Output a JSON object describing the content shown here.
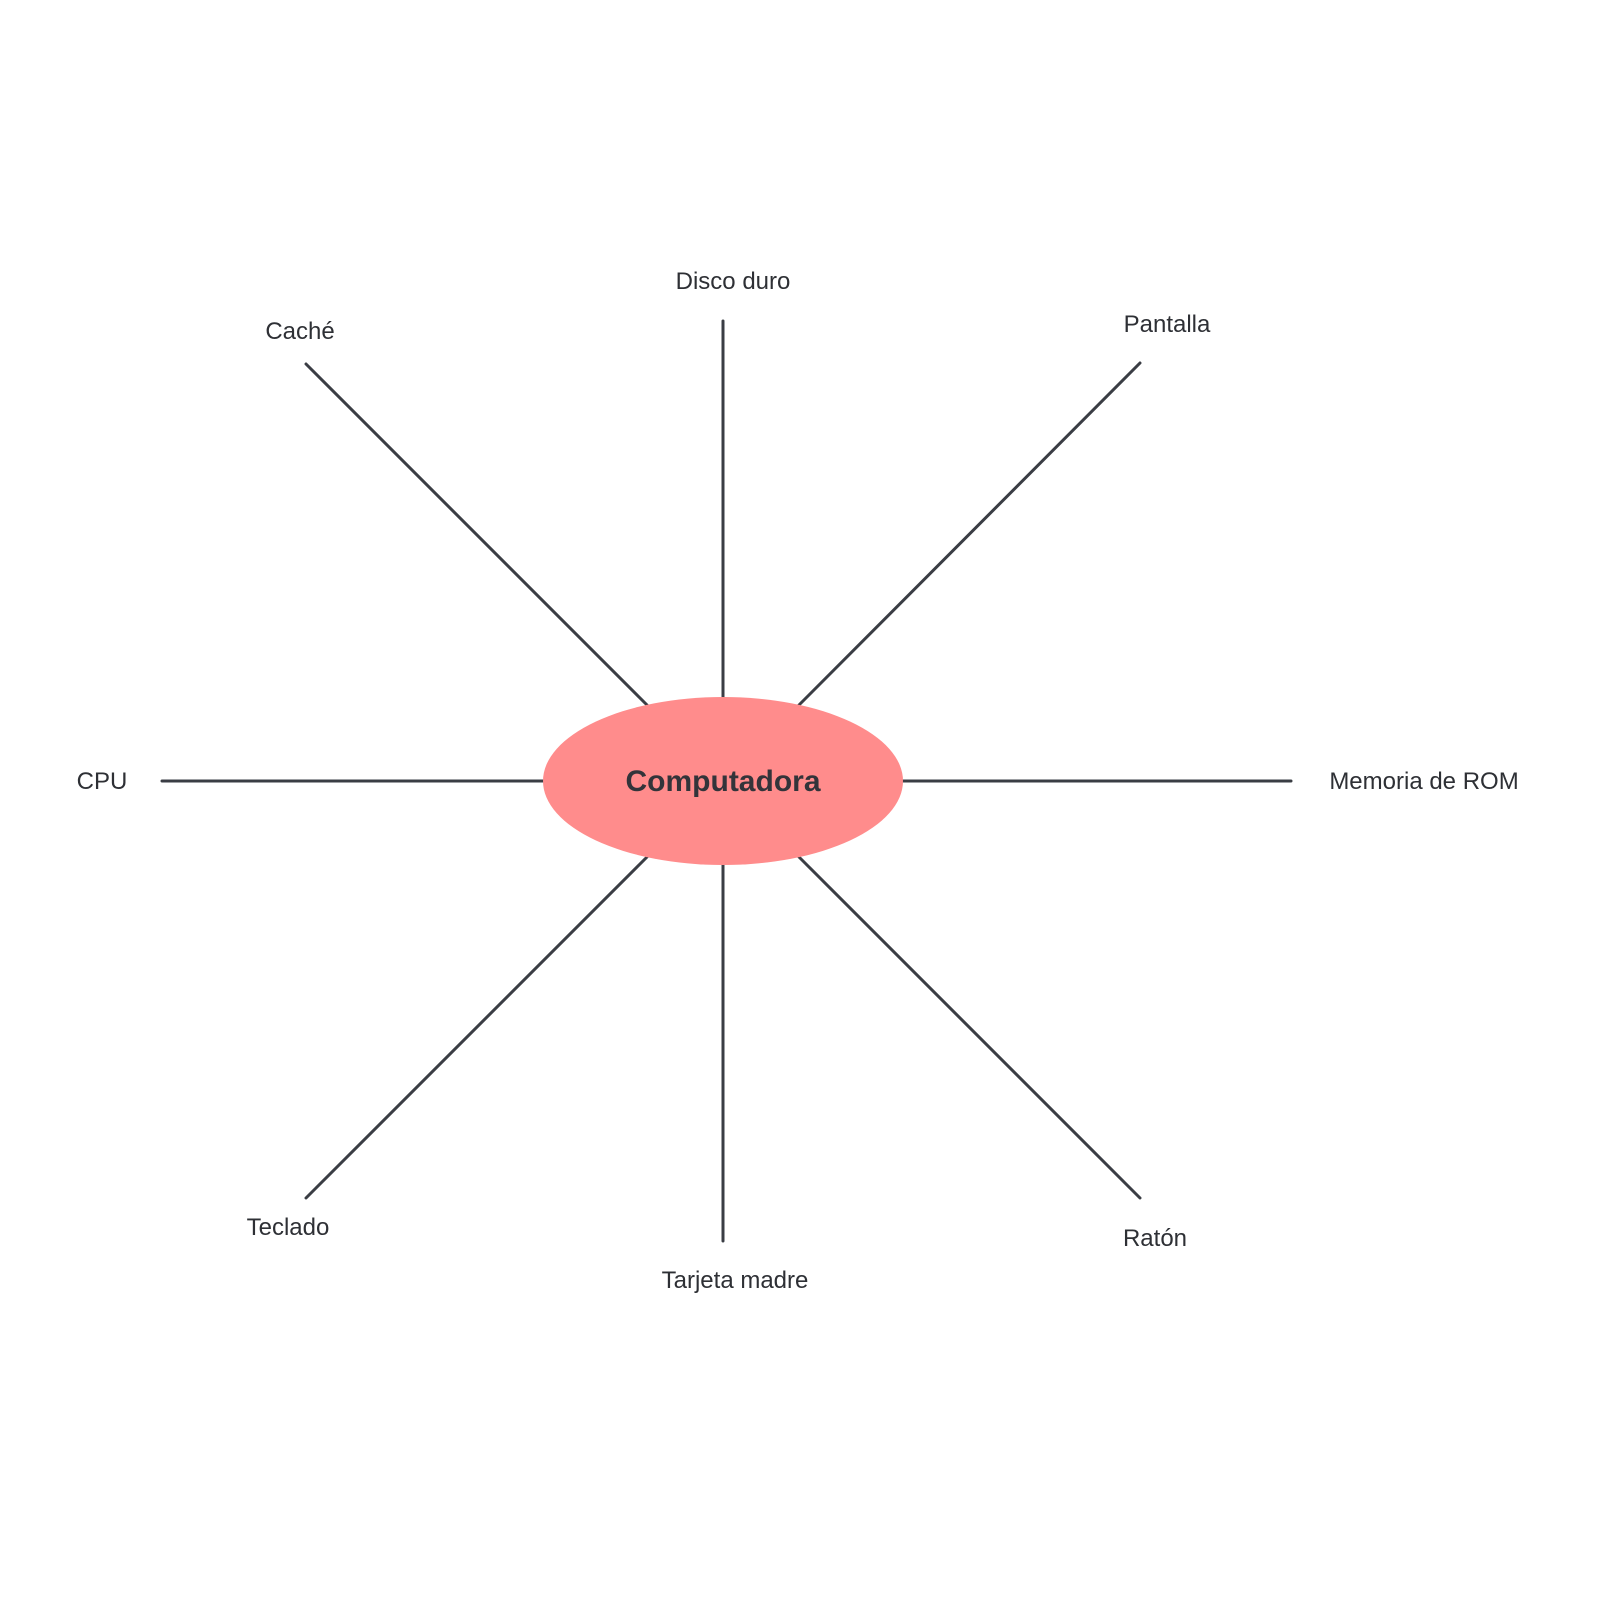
{
  "center": {
    "label": "Computadora",
    "color": "#FF8C8C"
  },
  "line_color": "#3A3D44",
  "nodes": {
    "top": "Disco duro",
    "top_left": "Caché",
    "top_right": "Pantalla",
    "left": "CPU",
    "right": "Memoria de ROM",
    "bottom_left": "Teclado",
    "bottom": "Tarjeta madre",
    "bottom_right": "Ratón"
  }
}
